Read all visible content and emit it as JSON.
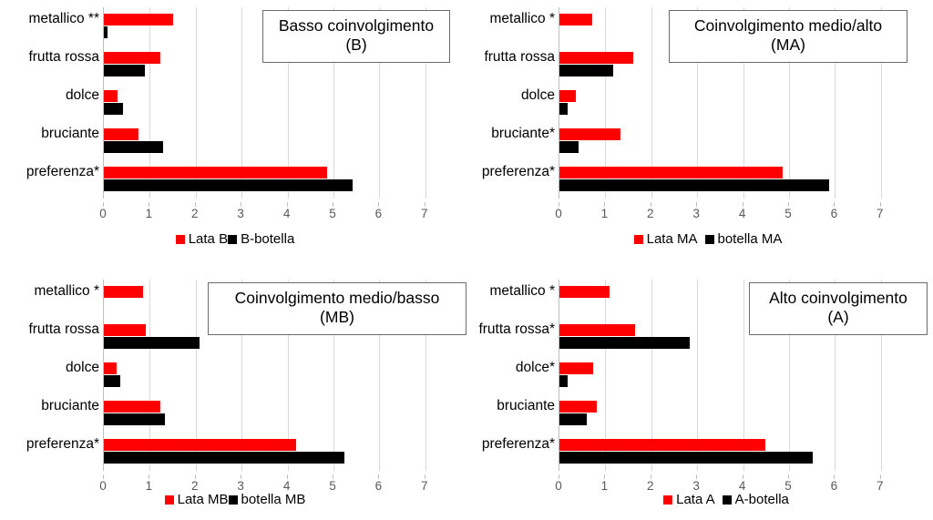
{
  "figure": {
    "categories": [
      "preferenza",
      "bruciante",
      "dolce",
      "frutta rossa",
      "metallico"
    ],
    "axis_ticks": [
      "0",
      "1",
      "2",
      "3",
      "4",
      "5",
      "6",
      "7"
    ],
    "colors": {
      "can": "#FF0000",
      "bottle": "#000000",
      "gridline": "#D9D9D9",
      "tick_label": "#595959"
    }
  },
  "panels": [
    {
      "id": "B",
      "title_line1": "Basso coinvolgimento",
      "title_line2": "(B)",
      "legend": {
        "red": "Lata B",
        "black": "B-botella"
      },
      "cat_labels": [
        "preferenza*",
        "bruciante",
        "dolce",
        "frutta rossa",
        "metallico **"
      ]
    },
    {
      "id": "MA",
      "title_line1": "Coinvolgimento medio/alto",
      "title_line2": "(MA)",
      "legend": {
        "red": "Lata MA",
        "black": "botella MA"
      },
      "cat_labels": [
        "preferenza*",
        "bruciante*",
        "dolce",
        "frutta rossa",
        "metallico *"
      ]
    },
    {
      "id": "MB",
      "title_line1": "Coinvolgimento medio/basso",
      "title_line2": "(MB)",
      "legend": {
        "red": "Lata MB",
        "black": "botella MB"
      },
      "cat_labels": [
        "preferenza*",
        "bruciante",
        "dolce",
        "frutta rossa",
        "metallico *"
      ]
    },
    {
      "id": "A",
      "title_line1": "Alto coinvolgimento",
      "title_line2": "(A)",
      "legend": {
        "red": "Lata A",
        "black": "A-botella"
      },
      "cat_labels": [
        "preferenza*",
        "bruciante",
        "dolce*",
        "frutta rossa*",
        "metallico *"
      ]
    }
  ],
  "chart_data": [
    {
      "type": "bar",
      "orientation": "horizontal",
      "title": "Basso coinvolgimento (B)",
      "xlabel": "",
      "ylabel": "",
      "xlim": [
        0,
        7.6
      ],
      "xticks": [
        0,
        1,
        2,
        3,
        4,
        5,
        6,
        7
      ],
      "grid": true,
      "legend_position": "bottom",
      "categories": [
        "preferenza*",
        "bruciante",
        "dolce",
        "frutta rossa",
        "metallico **"
      ],
      "series": [
        {
          "name": "Lata B",
          "color": "#FF0000",
          "values": [
            4.87,
            0.75,
            0.29,
            1.23,
            1.5
          ]
        },
        {
          "name": "B-botella",
          "color": "#000000",
          "values": [
            5.42,
            1.28,
            0.42,
            0.9,
            0.07
          ]
        }
      ]
    },
    {
      "type": "bar",
      "orientation": "horizontal",
      "title": "Coinvolgimento medio/alto (MA)",
      "xlabel": "",
      "ylabel": "",
      "xlim": [
        0,
        7.6
      ],
      "xticks": [
        0,
        1,
        2,
        3,
        4,
        5,
        6,
        7
      ],
      "grid": true,
      "legend_position": "bottom",
      "categories": [
        "preferenza*",
        "bruciante*",
        "dolce",
        "frutta rossa",
        "metallico *"
      ],
      "series": [
        {
          "name": "Lata MA",
          "color": "#FF0000",
          "values": [
            4.87,
            1.32,
            0.36,
            1.6,
            0.72
          ]
        },
        {
          "name": "botella MA",
          "color": "#000000",
          "values": [
            5.87,
            0.41,
            0.18,
            1.17,
            0.0
          ]
        }
      ]
    },
    {
      "type": "bar",
      "orientation": "horizontal",
      "title": "Coinvolgimento medio/basso (MB)",
      "xlabel": "",
      "ylabel": "",
      "xlim": [
        0,
        7.6
      ],
      "xticks": [
        0,
        1,
        2,
        3,
        4,
        5,
        6,
        7
      ],
      "grid": true,
      "legend_position": "bottom",
      "categories": [
        "preferenza*",
        "bruciante",
        "dolce",
        "frutta rossa",
        "metallico *"
      ],
      "series": [
        {
          "name": "Lata MB",
          "color": "#FF0000",
          "values": [
            4.18,
            1.23,
            0.27,
            0.92,
            0.86
          ]
        },
        {
          "name": "botella MB",
          "color": "#000000",
          "values": [
            5.24,
            1.33,
            0.36,
            2.09,
            0.0
          ]
        }
      ]
    },
    {
      "type": "bar",
      "orientation": "horizontal",
      "title": "Alto coinvolgimento (A)",
      "xlabel": "",
      "ylabel": "",
      "xlim": [
        0,
        7.6
      ],
      "xticks": [
        0,
        1,
        2,
        3,
        4,
        5,
        6,
        7
      ],
      "grid": true,
      "legend_position": "bottom",
      "categories": [
        "preferenza*",
        "bruciante",
        "dolce*",
        "frutta rossa*",
        "metallico *"
      ],
      "series": [
        {
          "name": "Lata A",
          "color": "#FF0000",
          "values": [
            4.48,
            0.82,
            0.73,
            1.65,
            1.1
          ]
        },
        {
          "name": "A-botella",
          "color": "#000000",
          "values": [
            5.52,
            0.59,
            0.18,
            2.83,
            0.0
          ]
        }
      ]
    }
  ]
}
